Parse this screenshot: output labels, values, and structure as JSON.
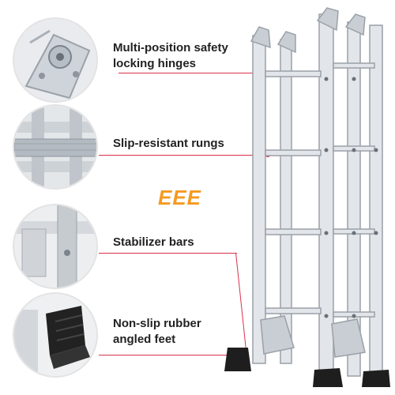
{
  "brand": "EEE",
  "features": [
    {
      "text": "Multi-position safety\nlocking hinges",
      "line1": "Multi-position safety",
      "line2": "locking hinges"
    },
    {
      "text": "Slip-resistant rungs",
      "line1": "Slip-resistant rungs"
    },
    {
      "text": "Stabilizer bars",
      "line1": "Stabilizer bars"
    },
    {
      "text": "Non-slip rubber\nangled feet",
      "line1": "Non-slip rubber",
      "line2": "angled feet"
    }
  ],
  "colors": {
    "accent_line": "#d9304c",
    "brand": "#f59a20",
    "aluminum": "#d9dde2"
  }
}
